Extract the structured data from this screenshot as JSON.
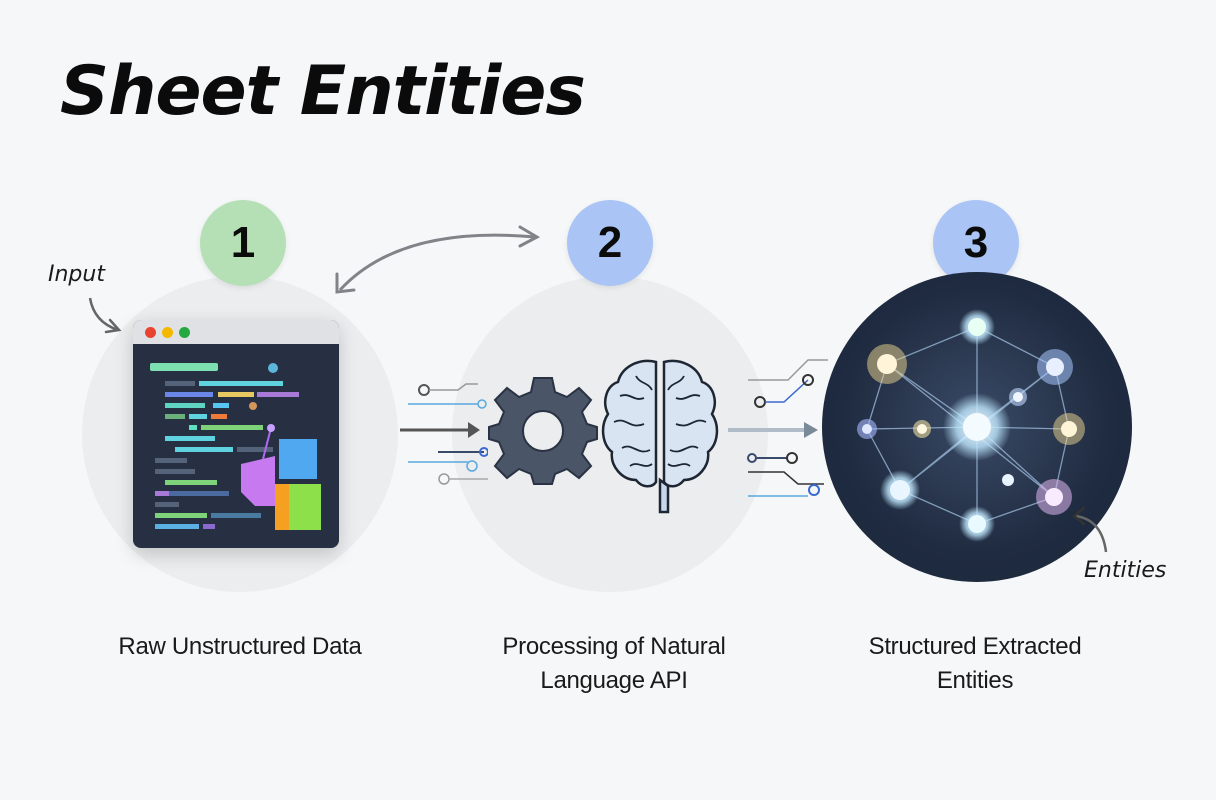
{
  "title": "Sheet Entities",
  "annotations": {
    "input_label": "Input",
    "entities_label": "Entities"
  },
  "steps": [
    {
      "number": "1",
      "caption_line1": "Raw Unstructured Data",
      "caption_line2": "",
      "badge_color": "#b5e0b6",
      "icon": "code-window-icon"
    },
    {
      "number": "2",
      "caption_line1": "Processing of Natural",
      "caption_line2": "Language API",
      "badge_color": "#a9c4f5",
      "icon": "gear-brain-icon"
    },
    {
      "number": "3",
      "caption_line1": "Structured Extracted",
      "caption_line2": "Entities",
      "badge_color": "#a9c4f5",
      "icon": "network-graph-icon"
    }
  ],
  "colors": {
    "background": "#f6f7f8",
    "circle_bg": "#ebedef",
    "gear": "#4a5568",
    "network_bg": "#1f2b40",
    "arrow": "#6b6f75"
  }
}
